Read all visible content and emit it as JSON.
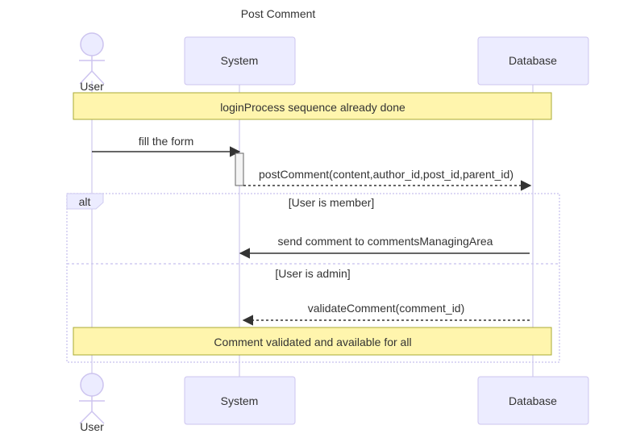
{
  "title": "Post Comment",
  "participants": {
    "user": "User",
    "system": "System",
    "database": "Database"
  },
  "notes": {
    "login": "loginProcess sequence already done",
    "validated": "Comment validated and available for all"
  },
  "messages": {
    "fill_form": "fill the form",
    "post_comment": "postComment(content,author_id,post_id,parent_id)",
    "send_comment": "send comment to commentsManagingArea",
    "validate_comment": "validateComment(comment_id)"
  },
  "alt_block": {
    "keyword": "alt",
    "condition_member": "[User is member]",
    "condition_admin": "[User is admin]"
  },
  "colors": {
    "participant_fill": "#ececff",
    "participant_stroke": "#cdc4ef",
    "lifeline": "#d8d3f0",
    "note_fill": "#fff5ad",
    "note_stroke": "#aaaa33",
    "arrow": "#333333",
    "alt_border": "#d0ccf0"
  }
}
